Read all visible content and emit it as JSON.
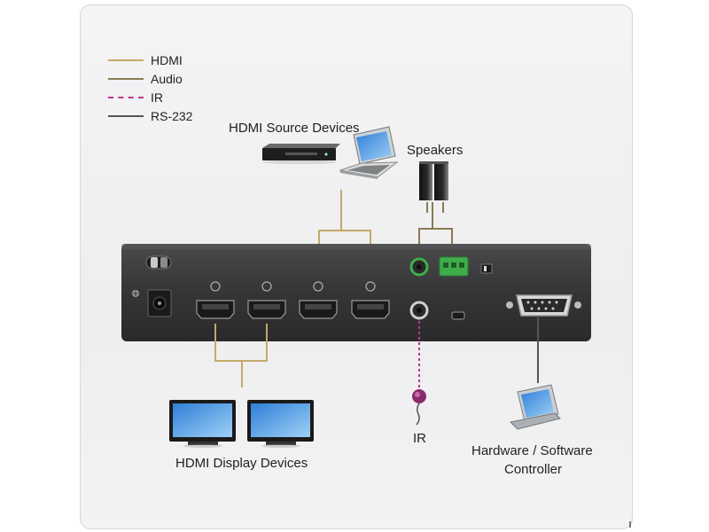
{
  "legend": [
    {
      "label": "HDMI",
      "color": "#c4a86a",
      "style": "solid"
    },
    {
      "label": "Audio",
      "color": "#8a7a52",
      "style": "solid"
    },
    {
      "label": "IR",
      "color": "#c0358a",
      "style": "dashed"
    },
    {
      "label": "RS-232",
      "color": "#555555",
      "style": "solid"
    }
  ],
  "labels": {
    "source": "HDMI Source Devices",
    "speakers": "Speakers",
    "display": "HDMI Display Devices",
    "ir": "IR",
    "controller_line1": "Hardware / Software",
    "controller_line2": "Controller"
  },
  "colors": {
    "hdmi": "#c4a86a",
    "audio": "#8a7a52",
    "ir": "#c0358a",
    "rs232": "#555555",
    "device_body": "#3a3a3c",
    "terminal": "#3fae4a"
  },
  "icons": [
    "dvd-player-icon",
    "laptop-icon",
    "speakers-icon",
    "monitor-icon",
    "ir-receiver-icon",
    "controller-icon"
  ]
}
